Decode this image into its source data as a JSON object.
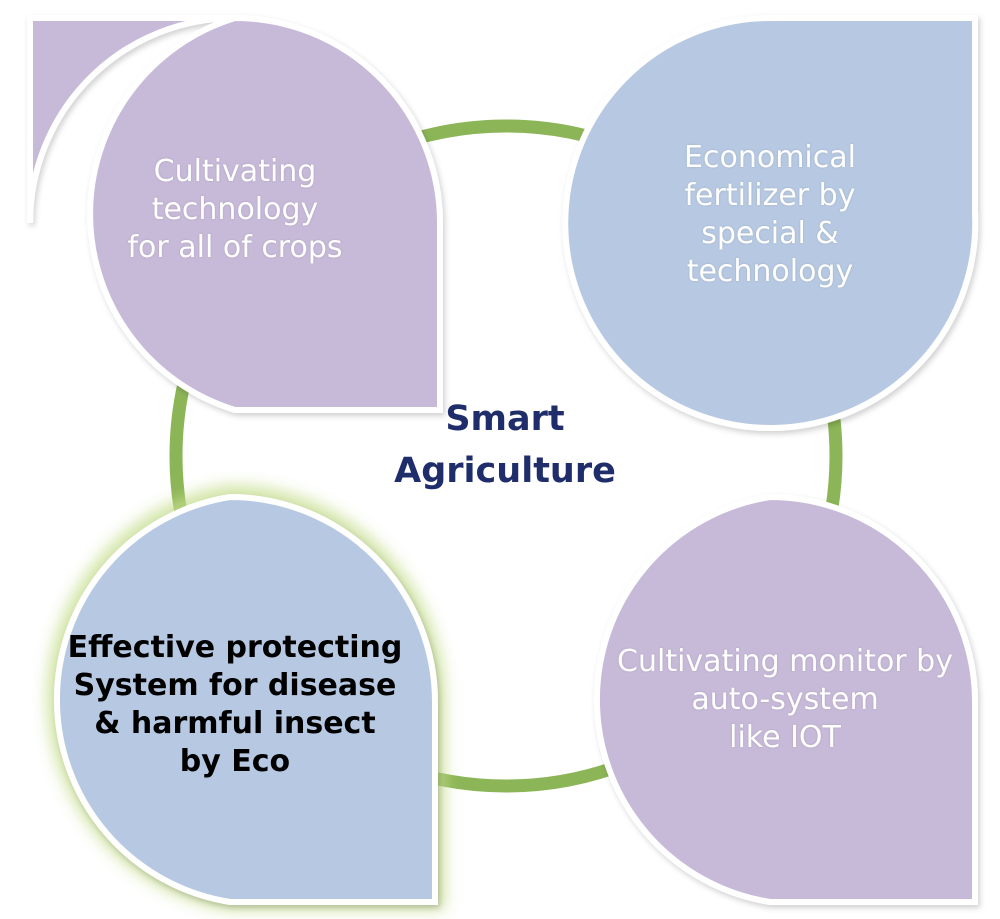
{
  "colors": {
    "purple": "#c7bad9",
    "blue": "#b7c9e2",
    "ring": "#8cb557",
    "title": "#1f2d6b",
    "glow": "#c6de8e"
  },
  "center": {
    "title": "Smart\nAgriculture"
  },
  "nodes": [
    {
      "text": "Cultivating\ntechnology\nfor all of crops",
      "fill": "purple"
    },
    {
      "text": "Economical\nfertilizer by\nspecial &\ntechnology",
      "fill": "blue"
    },
    {
      "text": "Effective protecting\nSystem for disease\n& harmful insect\nby Eco",
      "fill": "blue"
    },
    {
      "text": "Cultivating monitor by\nauto-system\nlike IOT",
      "fill": "purple"
    }
  ]
}
